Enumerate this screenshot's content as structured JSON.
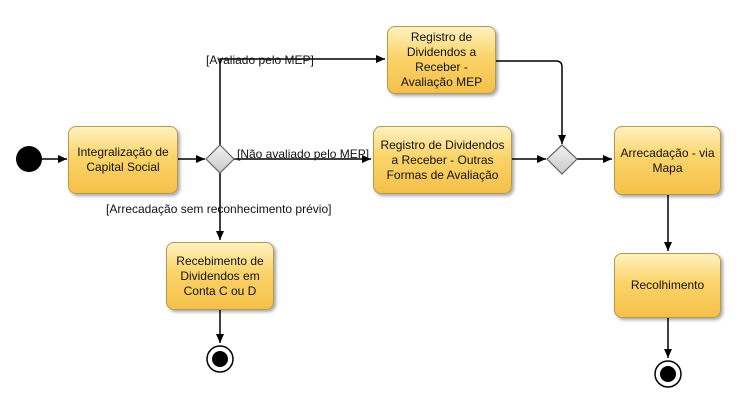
{
  "nodes": {
    "integralizacao": "Integralização de Capital Social",
    "registro_mep": "Registro de Dividendos a Receber - Avaliação MEP",
    "registro_outras": "Registro de Dividendos a Receber - Outras Formas de Avaliação",
    "recebimento": "Recebimento de Dividendos em Conta C ou D",
    "arrecadacao": "Arrecadação - via Mapa",
    "recolhimento": "Recolhimento"
  },
  "guards": {
    "avaliado": "[Avaliado pelo MEP]",
    "nao_avaliado": "[Não avaliado pelo MEP]",
    "arrecadacao_sem": "[Arrecadação sem reconhecimento prévio]"
  },
  "colors": {
    "activity_fill": "#fbd46a",
    "activity_border": "#b59a4e",
    "decision_fill": "#d9d9d9"
  }
}
